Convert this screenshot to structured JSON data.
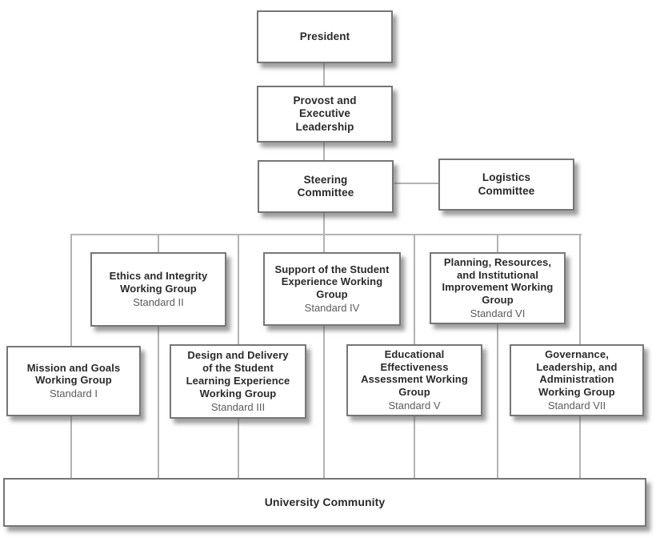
{
  "chart": {
    "hierarchy": {
      "president": {
        "label": "President"
      },
      "provost": {
        "label": "Provost and\nExecutive\nLeadership"
      },
      "steering": {
        "label": "Steering\nCommittee"
      },
      "logistics": {
        "label": "Logistics\nCommittee"
      }
    },
    "upper_row": [
      {
        "title": "Ethics and Integrity\nWorking Group",
        "standard": "Standard II"
      },
      {
        "title": "Support of the Student\nExperience Working\nGroup",
        "standard": "Standard IV"
      },
      {
        "title": "Planning, Resources,\nand Institutional\nImprovement Working\nGroup",
        "standard": "Standard VI"
      }
    ],
    "lower_row": [
      {
        "title": "Mission and Goals\nWorking Group",
        "standard": "Standard I"
      },
      {
        "title": "Design and Delivery\nof the Student\nLearning Experience\nWorking Group",
        "standard": "Standard III"
      },
      {
        "title": "Educational\nEffectiveness\nAssessment Working\nGroup",
        "standard": "Standard V"
      },
      {
        "title": "Governance,\nLeadership, and\nAdministration\nWorking Group",
        "standard": "Standard VII"
      }
    ],
    "base": {
      "label": "University Community"
    }
  },
  "colors": {
    "box_fill": "#ffffff",
    "box_border": "#767676",
    "connector_line": "#b3b3b3",
    "title_text": "#2a2a2a",
    "standard_text": "#5c5c5c"
  }
}
